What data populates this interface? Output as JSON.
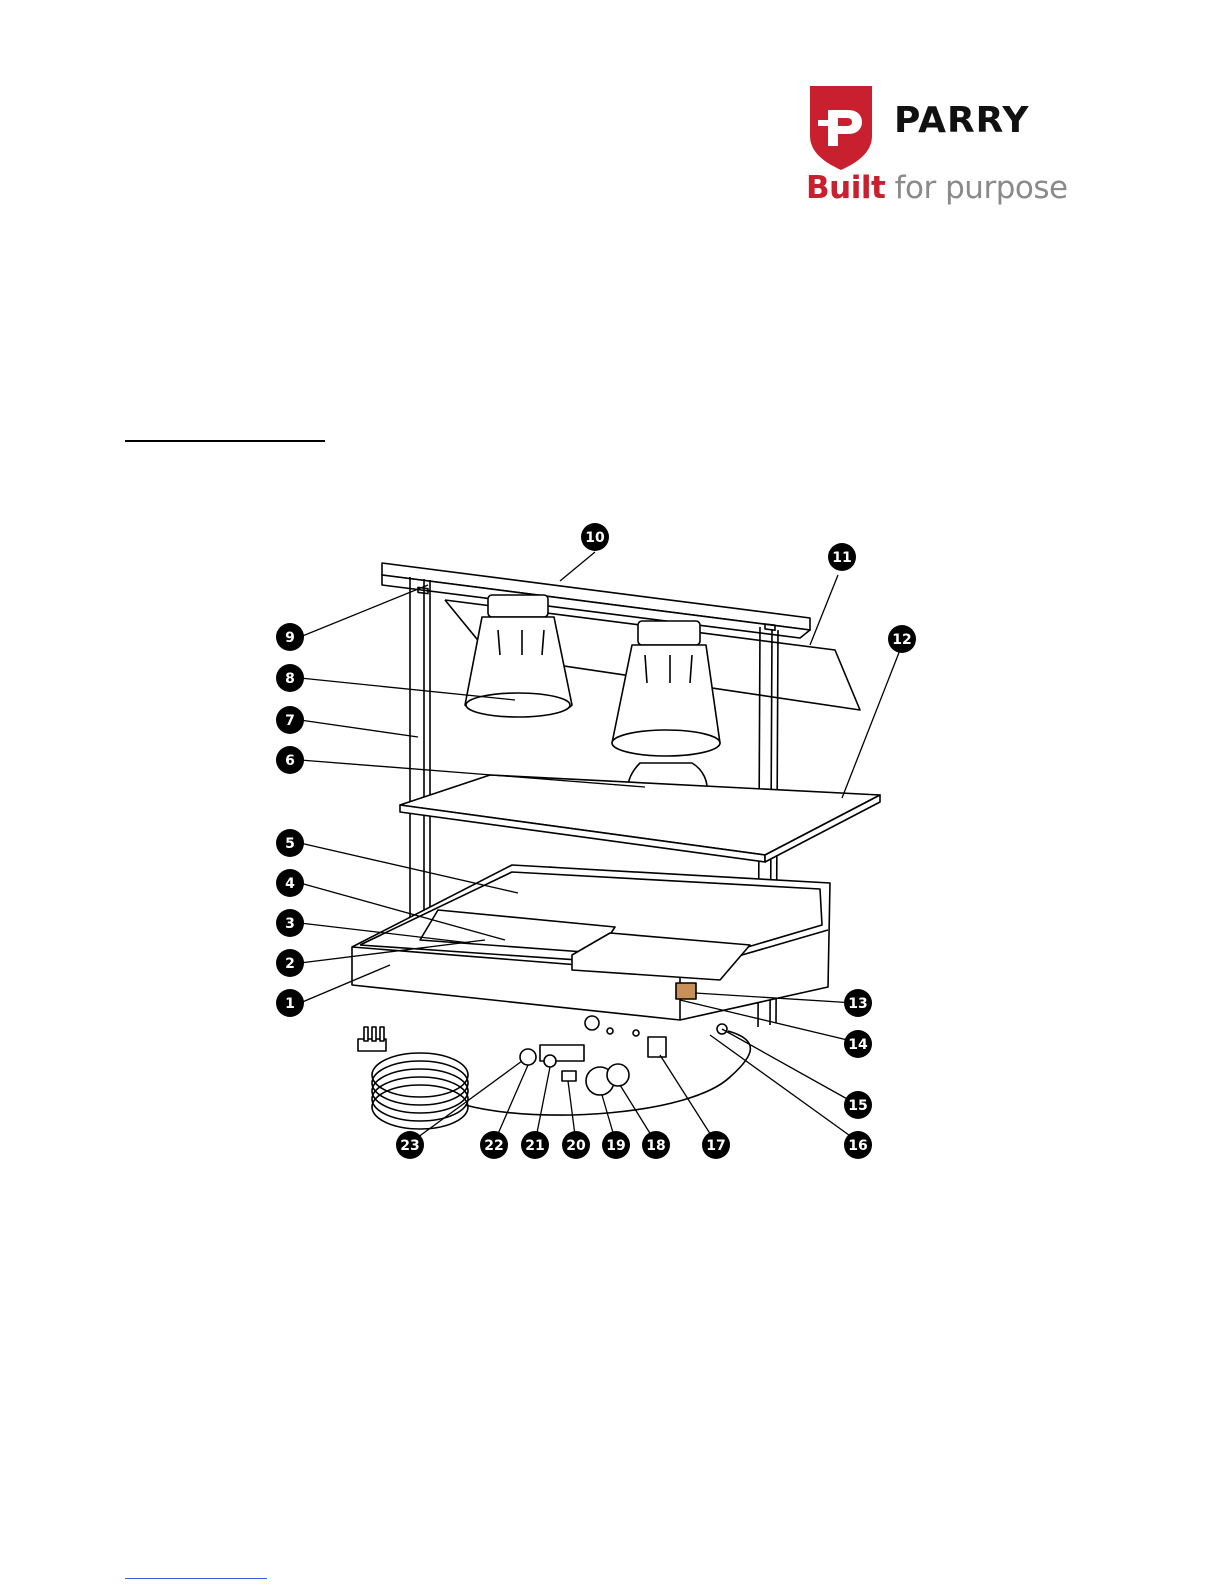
{
  "logo": {
    "brand": "PARRY",
    "tagline_bold": "Built",
    "tagline_rest": "for purpose",
    "colors": {
      "red": "#c8202f",
      "grey": "#8a8a8a",
      "black": "#111111"
    }
  },
  "diagram": {
    "callouts": [
      "1",
      "2",
      "3",
      "4",
      "5",
      "6",
      "7",
      "8",
      "9",
      "10",
      "11",
      "12",
      "13",
      "14",
      "15",
      "16",
      "17",
      "18",
      "19",
      "20",
      "21",
      "22",
      "23"
    ]
  }
}
